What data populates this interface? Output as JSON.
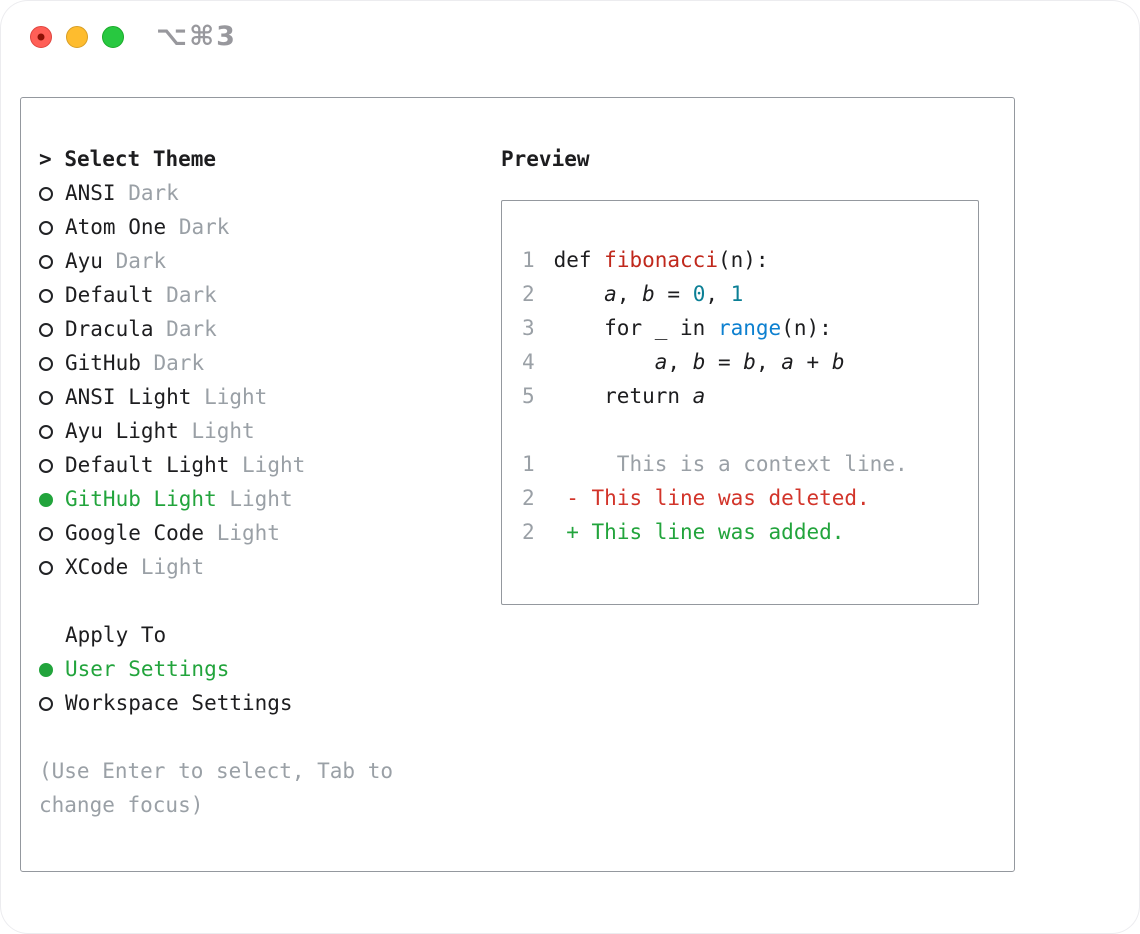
{
  "window": {
    "shortcut": "⌥⌘3",
    "traffic_lights": [
      {
        "name": "close"
      },
      {
        "name": "minimize"
      },
      {
        "name": "zoom"
      }
    ]
  },
  "colors": {
    "text": "#1d1d1f",
    "muted_gray": "#9aa0a6",
    "accent_green": "#22a43c",
    "keyword_red": "#c0281c",
    "number_teal": "#0b7f95",
    "function_blue": "#0d80d0",
    "deleted_red": "#d2342a",
    "added_green": "#22a43c",
    "border_gray": "#94989e"
  },
  "theme_picker": {
    "title_marker": ">",
    "title": "Select Theme",
    "themes": [
      {
        "name": "ANSI",
        "variant": "Dark",
        "selected": false
      },
      {
        "name": "Atom One",
        "variant": "Dark",
        "selected": false
      },
      {
        "name": "Ayu",
        "variant": "Dark",
        "selected": false
      },
      {
        "name": "Default",
        "variant": "Dark",
        "selected": false
      },
      {
        "name": "Dracula",
        "variant": "Dark",
        "selected": false
      },
      {
        "name": "GitHub",
        "variant": "Dark",
        "selected": false
      },
      {
        "name": "ANSI Light",
        "variant": "Light",
        "selected": false
      },
      {
        "name": "Ayu Light",
        "variant": "Light",
        "selected": false
      },
      {
        "name": "Default Light",
        "variant": "Light",
        "selected": false
      },
      {
        "name": "GitHub Light",
        "variant": "Light",
        "selected": true
      },
      {
        "name": "Google Code",
        "variant": "Light",
        "selected": false
      },
      {
        "name": "XCode",
        "variant": "Light",
        "selected": false
      }
    ],
    "apply_to": {
      "title": "Apply To",
      "options": [
        {
          "label": "User Settings",
          "selected": true
        },
        {
          "label": "Workspace Settings",
          "selected": false
        }
      ]
    },
    "hint": "(Use Enter to select, Tab to change focus)"
  },
  "preview": {
    "title": "Preview",
    "lines": [
      {
        "num": "1",
        "tokens": [
          {
            "t": "def ",
            "s": "fg"
          },
          {
            "t": "fibonacci",
            "s": "func"
          },
          {
            "t": "(n):",
            "s": "fg"
          }
        ]
      },
      {
        "num": "2",
        "tokens": [
          {
            "t": "    ",
            "s": "fg"
          },
          {
            "t": "a",
            "s": "var"
          },
          {
            "t": ", ",
            "s": "fg"
          },
          {
            "t": "b",
            "s": "var"
          },
          {
            "t": " = ",
            "s": "fg"
          },
          {
            "t": "0",
            "s": "num"
          },
          {
            "t": ", ",
            "s": "fg"
          },
          {
            "t": "1",
            "s": "num"
          }
        ]
      },
      {
        "num": "3",
        "tokens": [
          {
            "t": "    for _ in ",
            "s": "fg"
          },
          {
            "t": "range",
            "s": "call"
          },
          {
            "t": "(n):",
            "s": "fg"
          }
        ]
      },
      {
        "num": "4",
        "tokens": [
          {
            "t": "        ",
            "s": "fg"
          },
          {
            "t": "a",
            "s": "var"
          },
          {
            "t": ", ",
            "s": "fg"
          },
          {
            "t": "b",
            "s": "var"
          },
          {
            "t": " = ",
            "s": "fg"
          },
          {
            "t": "b",
            "s": "var"
          },
          {
            "t": ", ",
            "s": "fg"
          },
          {
            "t": "a",
            "s": "var"
          },
          {
            "t": " + ",
            "s": "fg"
          },
          {
            "t": "b",
            "s": "var"
          }
        ]
      },
      {
        "num": "5",
        "tokens": [
          {
            "t": "    return ",
            "s": "fg"
          },
          {
            "t": "a",
            "s": "var"
          }
        ]
      },
      {
        "num": "",
        "tokens": []
      },
      {
        "num": "1",
        "tokens": [
          {
            "t": "     This is a context line.",
            "s": "ctx"
          }
        ]
      },
      {
        "num": "2",
        "tokens": [
          {
            "t": " ",
            "s": "fg"
          },
          {
            "t": "- This line was deleted.",
            "s": "del"
          }
        ]
      },
      {
        "num": "2",
        "tokens": [
          {
            "t": " ",
            "s": "fg"
          },
          {
            "t": "+ This line was added.",
            "s": "add"
          }
        ]
      }
    ]
  }
}
